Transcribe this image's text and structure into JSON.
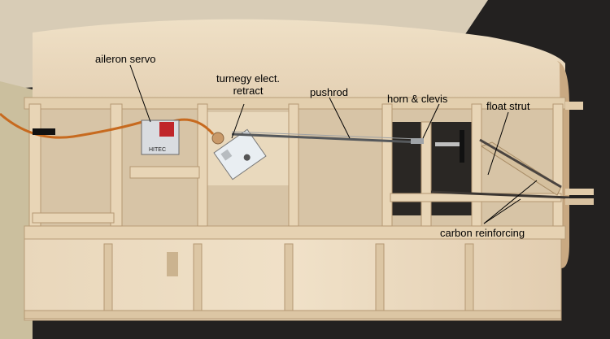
{
  "annotations": {
    "aileron_servo": "aileron servo",
    "retract_line1": "turnegy elect.",
    "retract_line2": "retract",
    "pushrod": "pushrod",
    "horn_clevis": "horn & clevis",
    "float_strut": "float strut",
    "carbon_reinforcing": "carbon reinforcing"
  },
  "servo_label": "HITEC",
  "colors": {
    "balsa": "#e6d3b6",
    "background_floor": "#1f1d1b",
    "workbench": "#d9cdb8",
    "servo_wire": "#c76a1f"
  }
}
